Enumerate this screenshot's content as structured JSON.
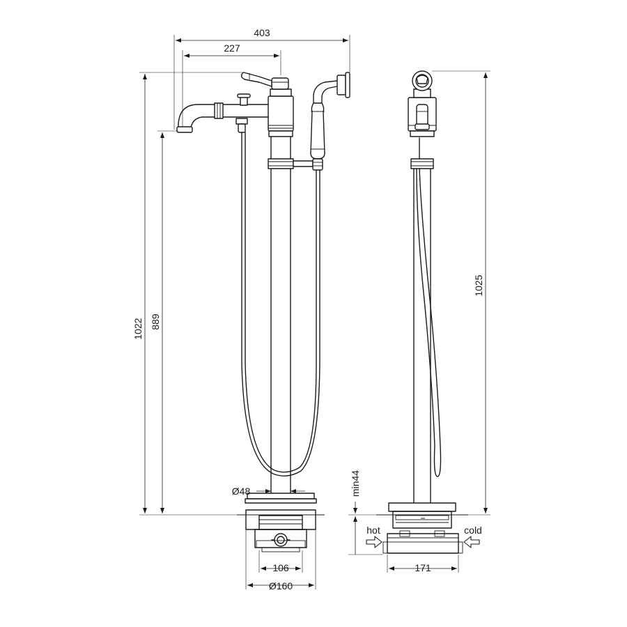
{
  "dimensions": {
    "overall_width": "403",
    "spout_reach": "227",
    "total_height": "1022",
    "spout_height": "889",
    "right_height": "1025",
    "column_diameter": "Ø48",
    "min_depth": "min44",
    "box_width": "106",
    "base_diameter": "Ø160",
    "side_box_width": "171"
  },
  "connections": {
    "hot": "hot",
    "cold": "cold"
  }
}
